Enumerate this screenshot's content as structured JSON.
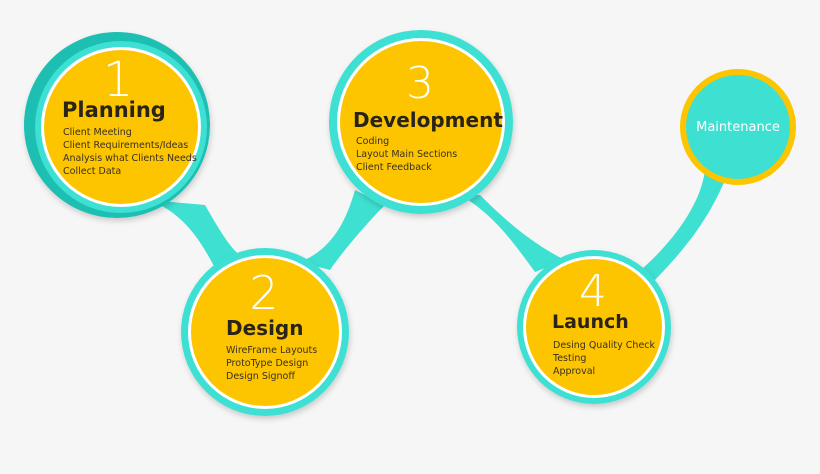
{
  "colors": {
    "background": "#f6f6f6",
    "teal": "#3ee0d2",
    "teal_dark": "#1ebfb1",
    "yellow": "#fcc500",
    "white": "#ffffff",
    "text": "#2a2418"
  },
  "steps": [
    {
      "number": "1",
      "title": "Planning",
      "items": [
        "Client Meeting",
        "Client Requirements/Ideas",
        "Analysis what Clients Needs",
        "Collect Data"
      ]
    },
    {
      "number": "2",
      "title": "Design",
      "items": [
        "WireFrame Layouts",
        "ProtoType Design",
        "Design Signoff"
      ]
    },
    {
      "number": "3",
      "title": "Development",
      "items": [
        "Coding",
        "Layout Main Sections",
        "Client Feedback"
      ]
    },
    {
      "number": "4",
      "title": "Launch",
      "items": [
        "Desing Quality Check",
        "Testing",
        "Approval"
      ]
    }
  ],
  "final_step": {
    "label": "Maintenance"
  }
}
